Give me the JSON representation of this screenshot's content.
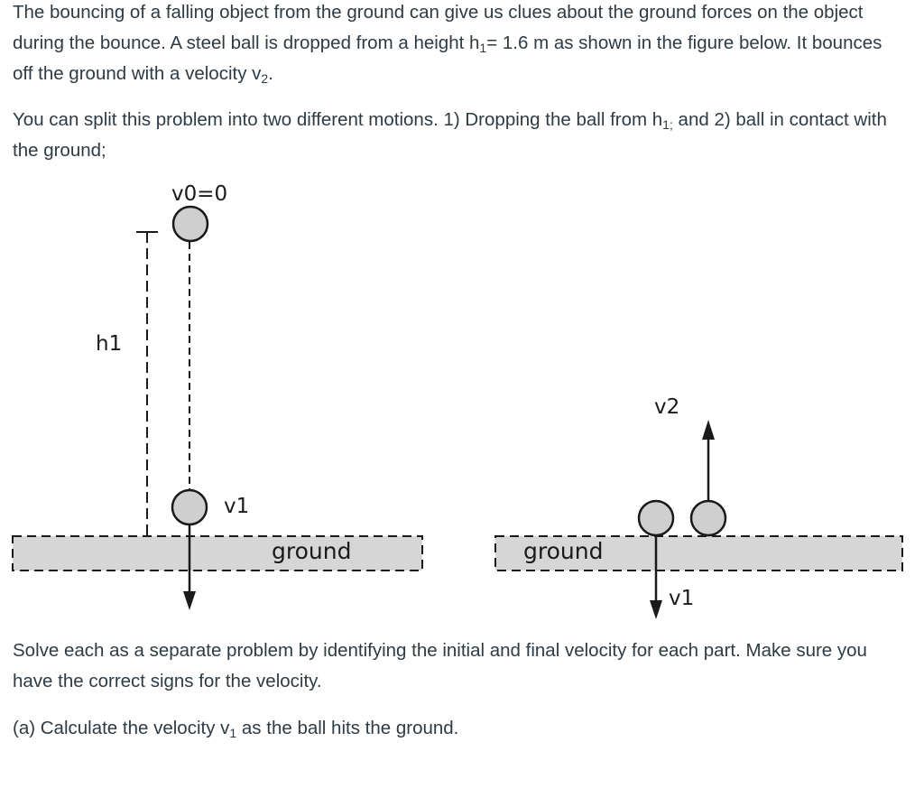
{
  "problem": {
    "p1": {
      "a": "The bouncing of a falling object from the ground can give us clues about the ground forces on the object during the bounce. A steel ball is dropped from a height h",
      "a_sub": "1",
      "b": "= 1.6 m as shown in the figure below. It bounces off the ground with a velocity v",
      "b_sub": "2",
      "c": "."
    },
    "p2": {
      "a": "You can split this problem into two different motions. 1) Dropping the ball from h",
      "a_sub": "1;",
      "b": " and 2) ball in contact with the ground;"
    },
    "p3": "Solve each as a separate problem by identifying the initial and final velocity for each part. Make sure you have the correct signs for the velocity.",
    "p4": {
      "a": "(a) Calculate the velocity v",
      "a_sub": "1",
      "b": " as the ball hits the ground."
    }
  },
  "figure": {
    "label_v0": "v0=0",
    "label_h1": "h1",
    "label_v1_left": "v1",
    "label_ground_left": "ground",
    "label_ground_right": "ground",
    "label_v2": "v2",
    "label_v1_right": "v1",
    "colors": {
      "ball_fill": "#cfcfcf",
      "ground_fill": "#d6d6d6",
      "stroke": "#1a1a1a"
    }
  }
}
